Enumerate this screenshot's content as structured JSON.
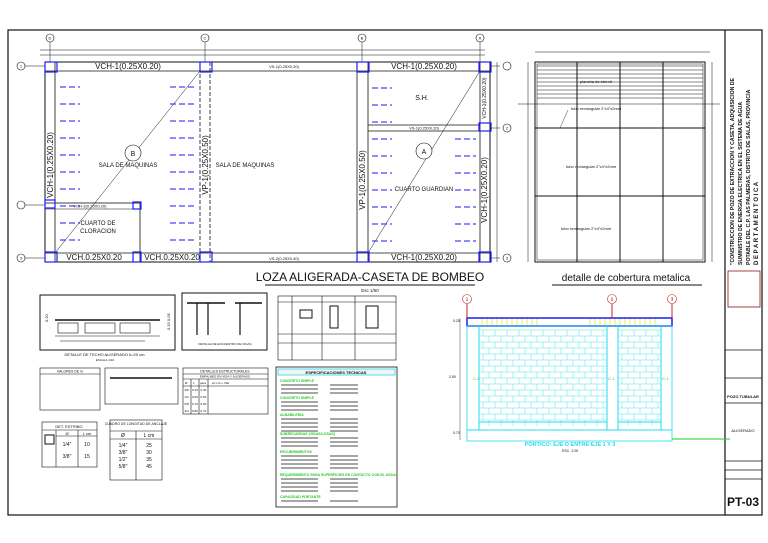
{
  "title_block": {
    "project": "\"CONSTRUCCION DE POZO DE EXTRACCION Y CASETA, ADQUISICION DE SUMINISTRO DE ENERGIA ELECTRICA EN EL SISTEMA DE AGUA POTABLE DEL C.P. LAS PALMERAS, DISTRITO DE SALAS, PROVINCIA",
    "department": "D E P A R T A M E N T O   I C A",
    "plan_name": "POZO TUBULAR",
    "content": "ALIGERADO",
    "sheet": "PT-03"
  },
  "plan": {
    "title": "LOZA ALIGERADA-CASETA DE BOMBEO",
    "scale": "Esc 1/50",
    "axes_cols": [
      "D",
      "C",
      "B",
      "A"
    ],
    "axes_rows": [
      "1",
      "2",
      "3"
    ],
    "beams": {
      "top_left": "VCH-1(0.25X0.20)",
      "top_mid": "VS-1(0.25X0.20)",
      "top_right": "VCH-1(0.25X0.20)",
      "bottom_left": "VCH.0.25X0.20",
      "bottom_left2": "VCH.0.25X0.20",
      "bottom_mid": "VS-2(0.25X0.40)",
      "bottom_right": "VCH-1(0.25X0.20)",
      "left_vertical": "VCH-1(0.25X0.20)",
      "vp_c": "VP-1(0.25X0.50)",
      "vp_b": "VP-1(0.25X0.50)",
      "right_vertical": "VCH-1(0.25X0.20)",
      "right_vertical_top": "VCH-1(0.25X0.20)",
      "vs_sh": "VS-1(0.25X0.20)",
      "vch2": "VCH-2(0.25X0.20)"
    },
    "rooms": {
      "sala1": "SALA DE MAQUINAS",
      "sala2": "SALA DE MAQUINAS",
      "sh": "S.H.",
      "guardian": "CUARTO GUARDIAN",
      "cloracion_1": "CUARTO DE",
      "cloracion_2": "CLORACION"
    },
    "panels": [
      "B",
      "A"
    ]
  },
  "cobertura": {
    "title": "detalle de  cobertura metalica",
    "labels": [
      "plancha de eternit",
      "tubo rectangular 2\"x4\"x2mm",
      "tubo rectangular 2\"x4\"x2mm",
      "tubo rectangular 2\"x4\"x2mm"
    ]
  },
  "details": {
    "techo_title": "DETALLE DE TECHO ALIGERADO  h=20 cm.",
    "techo_scale": "ESCALA 1/10",
    "techo_height": "0.20",
    "techo_height2": "0.15 0.05",
    "empalme_title": "DETALLE DE ENCUENTRO DE VIGAS",
    "valores_title": "VALORES DE  m",
    "estructurales_title": "DETALLES ESTRUCTURALES",
    "estructurales_sub": "EMPALMES EN VIGA Y ALIGERADO",
    "estructurales_head": [
      "Ø",
      "L",
      "para",
      "ø= L/4 + Vlat"
    ],
    "estructurales_rows": [
      [
        "3/8",
        "0.40",
        "0.40"
      ],
      [
        "1/2",
        "0.50",
        "0.50"
      ],
      [
        "5/8",
        "0.70",
        "0.60"
      ],
      [
        "3/4",
        "0.80",
        "0.70"
      ]
    ],
    "estribo_title": "DET. ESTRIBO",
    "estribo_head": [
      "Ø",
      "L cm"
    ],
    "estribo_rows": [
      [
        "1/4\"",
        "10"
      ],
      [
        "3/8\"",
        "15"
      ]
    ],
    "gancho_title": "CUADRO DE LONGITUD DE ANCLAJE",
    "gancho_head": [
      "Ø",
      "L cm"
    ],
    "gancho_rows": [
      [
        "1/4\"",
        "25"
      ],
      [
        "3/8\"",
        "30"
      ],
      [
        "1/2\"",
        "35"
      ],
      [
        "5/8\"",
        "45"
      ]
    ]
  },
  "specs": {
    "title": "ESPECIFICACIONES TECNICAS",
    "sections": [
      "CONCRETO  SIMPLE",
      "CONCRETO  SIMPLE",
      "ALBAÑILERIA",
      "SOBRECARGAS  (VIGAS/LOSAS)",
      "RECUBRIMIENTOS",
      "REQUERIMIENTO PARA SUPERFICIES EN CONTACTO CON EL AGUA",
      "CAPACIDAD PORTANTE"
    ]
  },
  "portico": {
    "title": "PÓRTICO: EJE D ENTRE EJE 1 Y 3",
    "scale": "ESC. 1:25",
    "axes": [
      "1",
      "2",
      "3"
    ],
    "columns": [
      "C-1",
      "C-1",
      "C-1"
    ],
    "dims": [
      "0.25",
      "2.50",
      "0.70"
    ]
  },
  "colors": {
    "line": "#111111",
    "blue": "#1a1aff",
    "cyan": "#22ddee",
    "yellow": "#e8e800",
    "green": "#22cc22",
    "red": "#cc2222",
    "frame": "#8b1a1a"
  }
}
